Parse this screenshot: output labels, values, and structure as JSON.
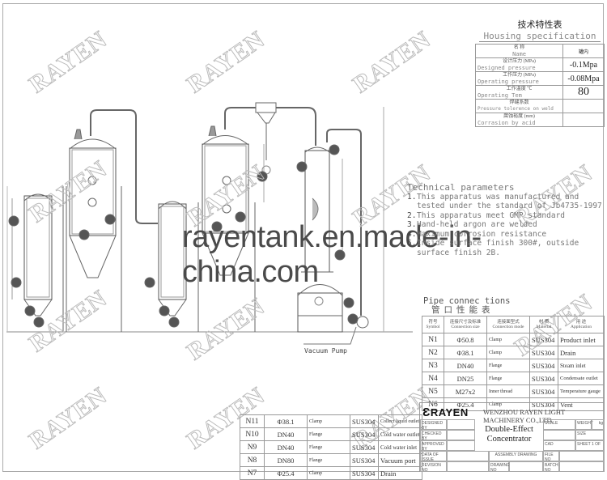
{
  "drawing": {
    "type": "engineering-drawing",
    "subject": "Double-Effect Concentrator",
    "watermark_text": "RAYEN",
    "url_watermark": "rayentank.en.made-in-china.com",
    "vacuum_pump_label": "Vacuum Pump",
    "nozzle_labels": [
      "N1",
      "N2",
      "N3",
      "N4",
      "N5",
      "N6",
      "N7",
      "N8",
      "N9",
      "N10",
      "N11"
    ]
  },
  "housing_spec": {
    "title_cn": "技术特性表",
    "title_en": "Housing specification",
    "header": {
      "name_cn": "名 称",
      "name_en": "Name",
      "value_cn": "罐内"
    },
    "rows": [
      {
        "cn": "设计压力",
        "unit": "(MPa)",
        "en": "Designed pressure",
        "value": "-0.1Mpa"
      },
      {
        "cn": "工作压力",
        "unit": "(MPa)",
        "en": "Operating pressure",
        "value": "-0.08Mpa"
      },
      {
        "cn": "工作温度",
        "unit": "℃",
        "en": "Operating Tem",
        "value": "80"
      },
      {
        "cn": "焊缝系数",
        "unit": "",
        "en": "Pressure tolerence on weld",
        "value": ""
      },
      {
        "cn": "腐蚀裕度",
        "unit": "(mm)",
        "en": "Corrasion by acid",
        "value": ""
      }
    ]
  },
  "technical_parameters": {
    "title": "Technical parameters",
    "items": [
      {
        "num": "1.",
        "text": "This apparatus was manufactured and tested under the standard of Jb4735-1997"
      },
      {
        "num": "2.",
        "text": "This apparatus meet GMP standard"
      },
      {
        "num": "3.",
        "text": "Hand-held argon are welded"
      },
      {
        "num": "4.",
        "text": "Maximum corrosion resistance"
      },
      {
        "num": "5.",
        "text": "Inside surface finish 300#, outside surface finish 2B."
      }
    ]
  },
  "pipe_connections": {
    "title_en": "Pipe connec tions",
    "title_cn": "管口性能表",
    "headers": [
      {
        "cn": "符号",
        "en": "Symbol"
      },
      {
        "cn": "连接尺寸及标准",
        "en": "Connection size"
      },
      {
        "cn": "连接面型式",
        "en": "Connection mode"
      },
      {
        "cn": "材 质",
        "en": "Material"
      },
      {
        "cn": "用 途",
        "en": "Application"
      }
    ],
    "rows": [
      {
        "symbol": "N1",
        "size": "Φ50.8",
        "mode": "Clamp",
        "material": "SUS304",
        "application": "Product inlet"
      },
      {
        "symbol": "N2",
        "size": "Φ38.1",
        "mode": "Clamp",
        "material": "SUS304",
        "application": "Drain"
      },
      {
        "symbol": "N3",
        "size": "DN40",
        "mode": "Flange",
        "material": "SUS304",
        "application": "Steam inlet"
      },
      {
        "symbol": "N4",
        "size": "DN25",
        "mode": "Flange",
        "material": "SUS304",
        "application": "Condensate outlet"
      },
      {
        "symbol": "N5",
        "size": "M27x2",
        "mode": "Inner thread",
        "material": "SUS304",
        "application": "Temperature gauge"
      },
      {
        "symbol": "N6",
        "size": "Φ25.4",
        "mode": "Clamp",
        "material": "SUS304",
        "application": "Vent"
      }
    ],
    "rows_continued": [
      {
        "symbol": "N11",
        "size": "Φ38.1",
        "mode": "Clamp",
        "material": "SUS304",
        "application": "Collect liquid outlet"
      },
      {
        "symbol": "N10",
        "size": "DN40",
        "mode": "Flange",
        "material": "SUS304",
        "application": "Cold water outlet"
      },
      {
        "symbol": "N9",
        "size": "DN40",
        "mode": "Flange",
        "material": "SUS304",
        "application": "Cold water inlet"
      },
      {
        "symbol": "N8",
        "size": "DN80",
        "mode": "Flange",
        "material": "SUS304",
        "application": "Vacuum port"
      },
      {
        "symbol": "N7",
        "size": "Φ25.4",
        "mode": "Clamp",
        "material": "SUS304",
        "application": "Drain"
      }
    ]
  },
  "title_block": {
    "logo": "RAYEN",
    "company": "WENZHOU RAYEN LIGHT MACHINERY CO.,LTD",
    "drawing_title_line1": "Double-Effect",
    "drawing_title_line2": "Concentrator",
    "fields": {
      "designed_by": "DESIGNED BY",
      "checked_by": "CHECKED BY",
      "approved_by": "APPROVED BY",
      "date_of_issue": "DATA OF ISSUE",
      "revision_no": "REVISION NO",
      "scale": "SCALE",
      "weight": "WEIGHT",
      "weight_unit": "kg",
      "size": "SIZE",
      "cad": "CAD",
      "sheet": "SHEET 1  OF",
      "assembly_drawing": "ASSEMBLY DRAWING",
      "drawing_no": "DRAWING NO",
      "file_no": "FILE NO",
      "batch_no": "BATCH NO"
    }
  }
}
